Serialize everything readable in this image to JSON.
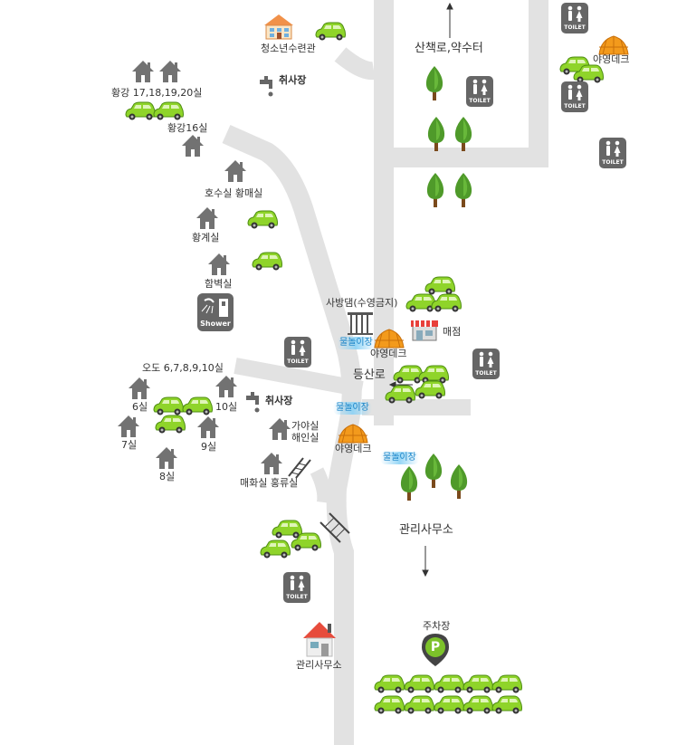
{
  "labels": {
    "youth_center": "청소년수련관",
    "cooking_top": "취사장",
    "cooking_mid": "취사장",
    "hwanggang_multi": "황강 17,18,19,20실",
    "hwanggang16": "황강16실",
    "hosu_hwangmae": "호수실 황매실",
    "hwanggye": "황계실",
    "hambyeok": "함벽실",
    "shower": "Shower",
    "walk_spring": "산책로,약수터",
    "camp_deck_tr": "야영데크",
    "dam": "사방댐(수영금지)",
    "store": "매점",
    "water_play_1": "물놀이장",
    "camp_deck_1": "야영데크",
    "hiking": "등산로",
    "water_play_2": "물놀이장",
    "camp_deck_2": "야영데크",
    "water_play_3": "물놀이장",
    "odo": "오도 6,7,8,9,10실",
    "room6": "6실",
    "room7": "7실",
    "room8": "8실",
    "room9": "9실",
    "room10": "10실",
    "gaya_haein": "가야실\n해인실",
    "maehwa_hongryu": "매화실 홍류실",
    "mgmt_arrow": "관리사무소",
    "mgmt_office": "관리사무소",
    "parking": "주차장",
    "toilet": "TOILET",
    "parking_sign": "P"
  },
  "colors": {
    "road": "#e2e2e2",
    "house": "#727272",
    "car": "#8fd42a",
    "car_dark": "#4e8d12",
    "tree": "#4f9a2a",
    "trunk": "#7a4a1c",
    "tent": "#f39a1c",
    "water_text": "#1a84c8",
    "toilet_bg": "#666666"
  },
  "icons": [
    "house-icon",
    "car-icon",
    "toilet-icon",
    "tree-icon",
    "tent-icon",
    "faucet-icon",
    "shower-icon",
    "bridge-icon",
    "store-icon",
    "office-icon",
    "parking-pin-icon",
    "dam-icon",
    "arrow-icon"
  ]
}
